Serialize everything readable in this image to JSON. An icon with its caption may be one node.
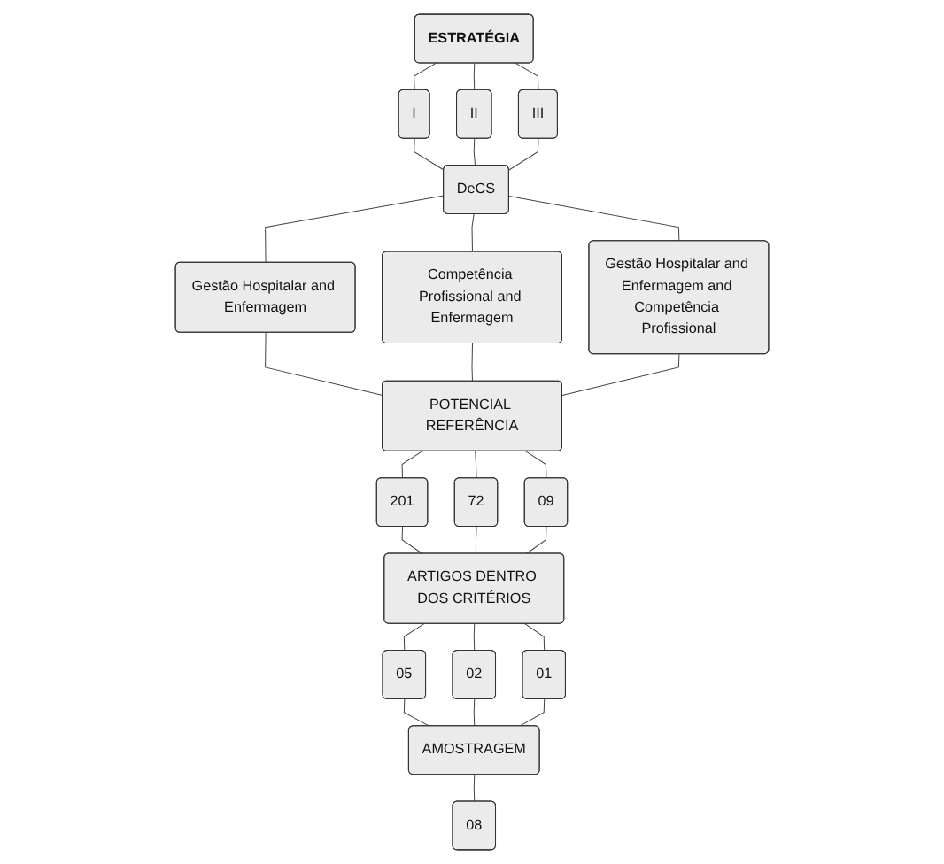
{
  "diagram": {
    "nodes": [
      {
        "text": [
          "ESTRATÉGIA"
        ]
      },
      {
        "text": [
          "I"
        ]
      },
      {
        "text": [
          "II"
        ]
      },
      {
        "text": [
          "III"
        ]
      },
      {
        "text": [
          "DeCS"
        ]
      },
      {
        "text": [
          "Gestão Hospitalar and Enfermagem"
        ]
      },
      {
        "text": [
          "Competência Profissional and Enfermagem"
        ]
      },
      {
        "text": [
          "Gestão Hospitalar and Enfermagem and Competência Profissional"
        ]
      },
      {
        "text": [
          "POTENCIAL REFERÊNCIA"
        ]
      },
      {
        "text": [
          "201"
        ]
      },
      {
        "text": [
          "72"
        ]
      },
      {
        "text": [
          "09"
        ]
      },
      {
        "text": [
          "ARTIGOS DENTRO DOS CRITÉRIOS"
        ]
      },
      {
        "text": [
          "05"
        ]
      },
      {
        "text": [
          "02"
        ]
      },
      {
        "text": [
          "01"
        ]
      },
      {
        "text": [
          "AMOSTRAGEM"
        ]
      },
      {
        "text": [
          "08"
        ]
      }
    ],
    "edges": [
      {
        "from": 0,
        "to": 1,
        "arrow": "none"
      },
      {
        "from": 0,
        "to": 2,
        "arrow": "none"
      },
      {
        "from": 0,
        "to": 3,
        "arrow": "none"
      },
      {
        "from": 1,
        "to": 4,
        "arrow": "none"
      },
      {
        "from": 2,
        "to": 4,
        "arrow": "none"
      },
      {
        "from": 3,
        "to": 4,
        "arrow": "none"
      },
      {
        "from": 4,
        "to": 5,
        "arrow": "none"
      },
      {
        "from": 4,
        "to": 6,
        "arrow": "none"
      },
      {
        "from": 4,
        "to": 7,
        "arrow": "none"
      },
      {
        "from": 5,
        "to": 8,
        "arrow": "none"
      },
      {
        "from": 6,
        "to": 8,
        "arrow": "none"
      },
      {
        "from": 7,
        "to": 8,
        "arrow": "none"
      },
      {
        "from": 8,
        "to": 9,
        "arrow": "none"
      },
      {
        "from": 8,
        "to": 10,
        "arrow": "none"
      },
      {
        "from": 8,
        "to": 11,
        "arrow": "none"
      },
      {
        "from": 9,
        "to": 12,
        "arrow": "none"
      },
      {
        "from": 10,
        "to": 12,
        "arrow": "none"
      },
      {
        "from": 11,
        "to": 12,
        "arrow": "none"
      },
      {
        "from": 12,
        "to": 13,
        "arrow": "none"
      },
      {
        "from": 12,
        "to": 14,
        "arrow": "none"
      },
      {
        "from": 12,
        "to": 15,
        "arrow": "none"
      },
      {
        "from": 13,
        "to": 16,
        "arrow": "none"
      },
      {
        "from": 14,
        "to": 16,
        "arrow": "none"
      },
      {
        "from": 15,
        "to": 16,
        "arrow": "none"
      },
      {
        "from": 16,
        "to": 17,
        "arrow": "none"
      }
    ]
  }
}
